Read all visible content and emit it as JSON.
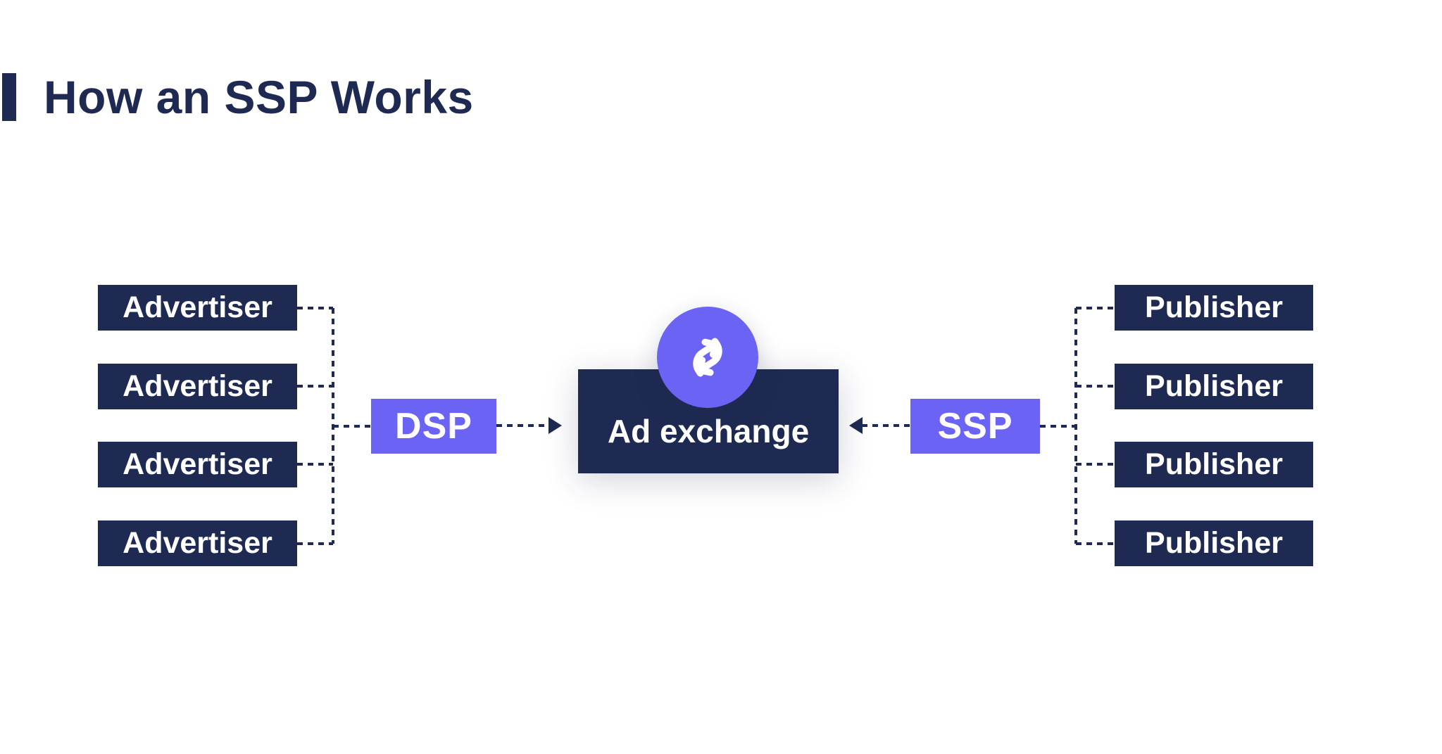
{
  "colors": {
    "navy": "#1F2A52",
    "purple": "#6A63F4",
    "background": "#FFFFFF",
    "text_on_dark": "#FFFFFF"
  },
  "header": {
    "title": "How an SSP Works"
  },
  "diagram": {
    "advertisers": [
      {
        "label": "Advertiser"
      },
      {
        "label": "Advertiser"
      },
      {
        "label": "Advertiser"
      },
      {
        "label": "Advertiser"
      }
    ],
    "dsp": {
      "label": "DSP"
    },
    "ad_exchange": {
      "label": "Ad exchange",
      "icon": "swap-arrows-icon"
    },
    "ssp": {
      "label": "SSP"
    },
    "publishers": [
      {
        "label": "Publisher"
      },
      {
        "label": "Publisher"
      },
      {
        "label": "Publisher"
      },
      {
        "label": "Publisher"
      }
    ]
  }
}
